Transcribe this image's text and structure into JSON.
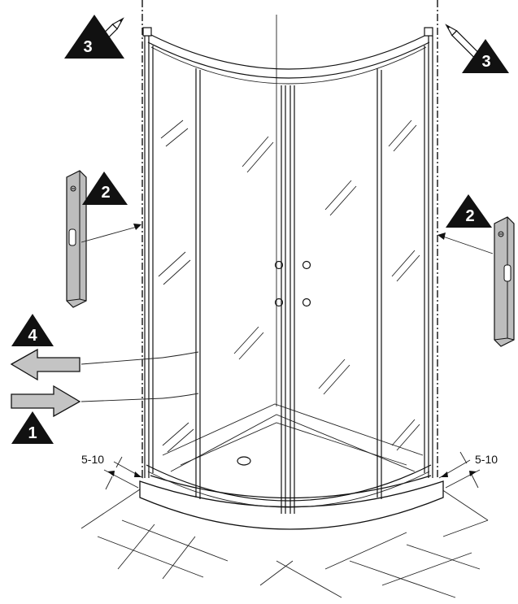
{
  "steps": {
    "step_1": "1",
    "step_2": "2",
    "step_3": "3",
    "step_4": "4"
  },
  "dimensions": {
    "left_gap": "5-10",
    "right_gap": "5-10"
  },
  "colors": {
    "triangle": "#111111",
    "arrow_fill": "#c4c4c4",
    "level_fill": "#bdbdbd"
  },
  "icons": [
    "pencil-icon",
    "spirit-level-icon",
    "arrow-left-icon",
    "arrow-right-icon",
    "warning-triangle-icon"
  ]
}
